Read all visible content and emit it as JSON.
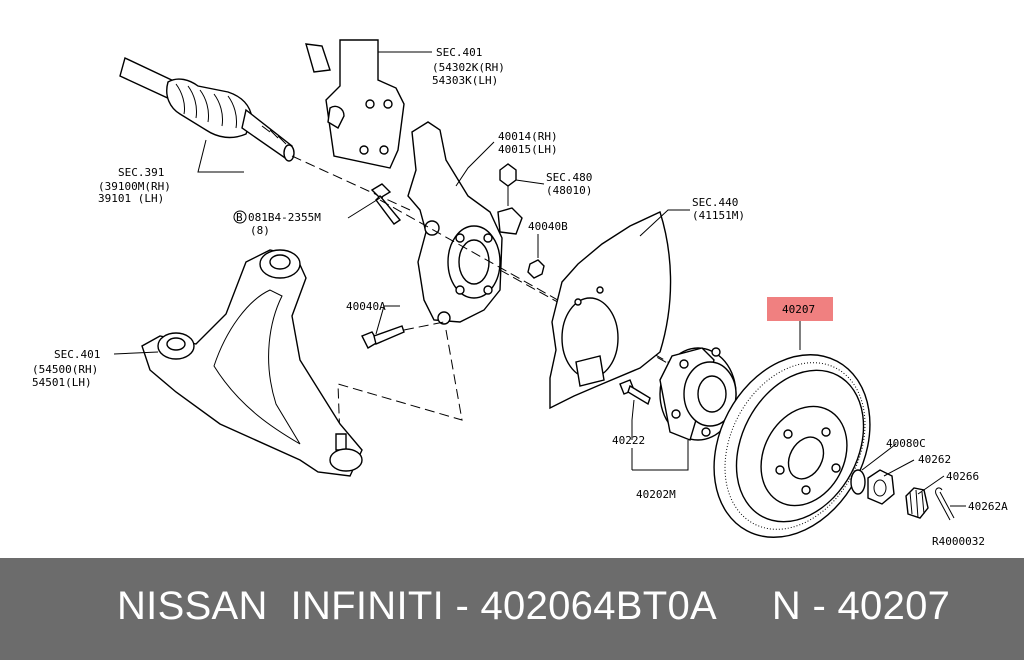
{
  "labels": {
    "sec401_top": "SEC.401",
    "p54302k": "(54302K(RH)",
    "p54303k": " 54303K(LH)",
    "sec391": "SEC.391",
    "p39100m": "(39100M(RH)",
    "p39101": " 39101 (LH)",
    "p40014": "40014(RH)",
    "p40015": "40015(LH)",
    "sec480": "SEC.480",
    "p48010": "(48010)",
    "bolt_code": "081B4-2355M",
    "bolt_qty": "(8)",
    "bolt_prefix": "B",
    "p40040b": "40040B",
    "sec440": "SEC.440",
    "p41151m": "(41151M)",
    "p40040a": "40040A",
    "sec401_left": "SEC.401",
    "p54500": "(54500(RH)",
    "p54501": " 54501(LH)",
    "p40207_box": "40207",
    "p40222": "40222",
    "p40202m": "40202M",
    "p40080c": "40080C",
    "p40262": "40262",
    "p40266": "40266",
    "p40262a": "40262A",
    "ref": "R4000032"
  },
  "highlight_color": "#f08080",
  "footer": {
    "text": "NISSAN  INFINITI - 402064BT0A     N - 40207"
  }
}
